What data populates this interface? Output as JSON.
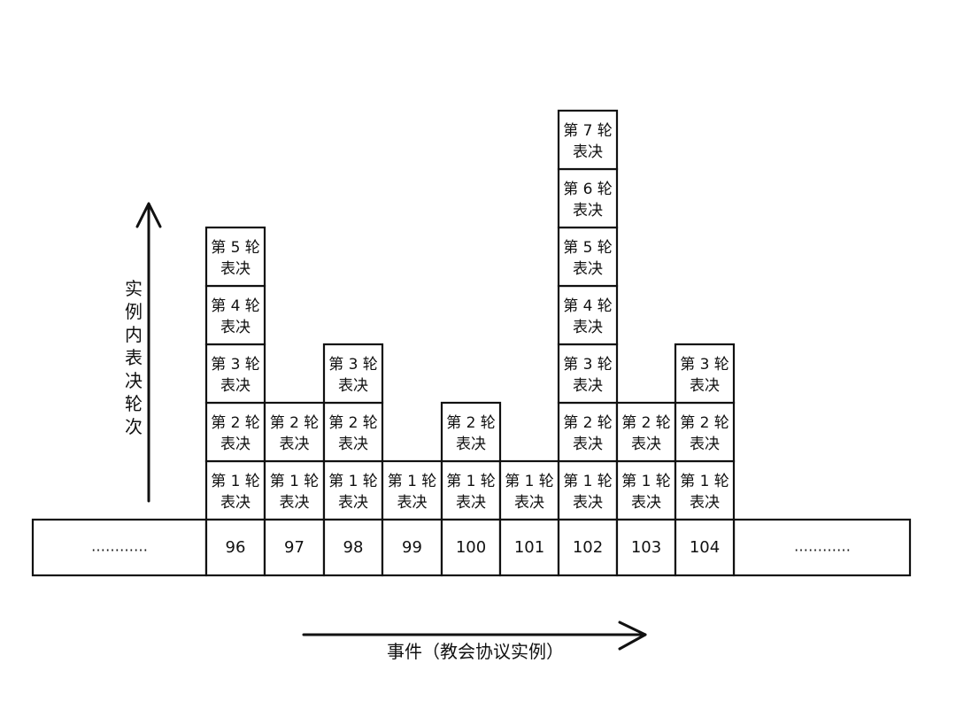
{
  "y_axis_label": "实例内表决轮次",
  "x_axis_label": "事件（教会协议实例）",
  "ellipsis_left": "…………",
  "ellipsis_right": "…………",
  "round_label_template": {
    "prefix": "第",
    "suffix": "轮",
    "second_line": "表决"
  },
  "events": [
    {
      "id": "96",
      "rounds": 5
    },
    {
      "id": "97",
      "rounds": 2
    },
    {
      "id": "98",
      "rounds": 3
    },
    {
      "id": "99",
      "rounds": 1
    },
    {
      "id": "100",
      "rounds": 2
    },
    {
      "id": "101",
      "rounds": 1
    },
    {
      "id": "102",
      "rounds": 7
    },
    {
      "id": "103",
      "rounds": 2
    },
    {
      "id": "104",
      "rounds": 3
    }
  ]
}
